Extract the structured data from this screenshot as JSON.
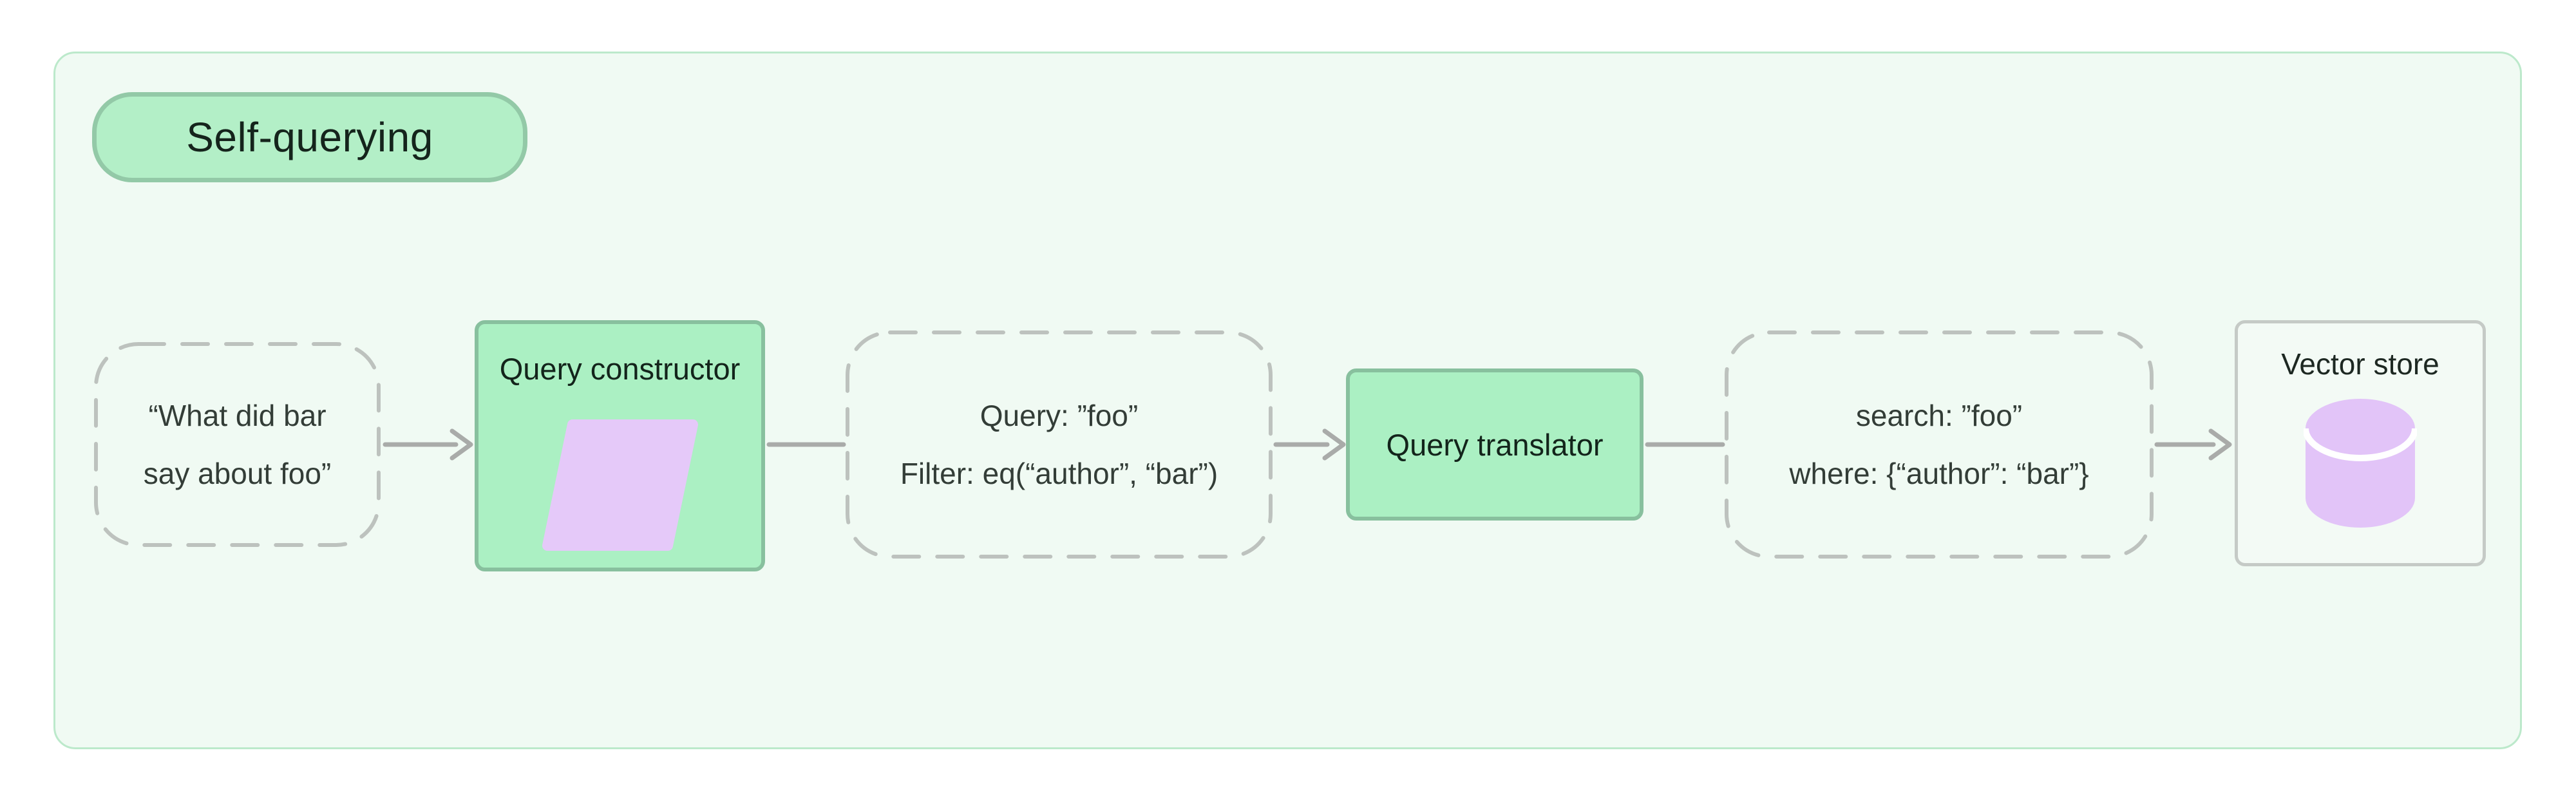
{
  "badge": {
    "label": "Self-querying"
  },
  "nodes": {
    "input": {
      "line1": "“What did bar",
      "line2": "say about foo”"
    },
    "query_constructor": {
      "label": "Query constructor",
      "icon": "parallelogram-icon"
    },
    "structured_query": {
      "line1": "Query: ”foo”",
      "line2": "Filter: eq(“author”, “bar”)"
    },
    "query_translator": {
      "label": "Query translator"
    },
    "translated_query": {
      "line1": "search: ”foo”",
      "line2": "where: {“author”: “bar”}"
    },
    "vector_store": {
      "label": "Vector store",
      "icon": "database-icon"
    }
  },
  "colors": {
    "page_background": "#ffffff",
    "panel_background": "#f0faf3",
    "panel_border": "#bce9cb",
    "badge_fill": "#b3efc7",
    "badge_border": "#93c9a7",
    "green_node_fill": "#abf0c3",
    "green_node_border": "#88c09e",
    "dashed_border": "#bdc2be",
    "arrow_gray": "#a9aba9",
    "lavender_icon": "#e5c9f9",
    "dark_text": "#15241c"
  }
}
